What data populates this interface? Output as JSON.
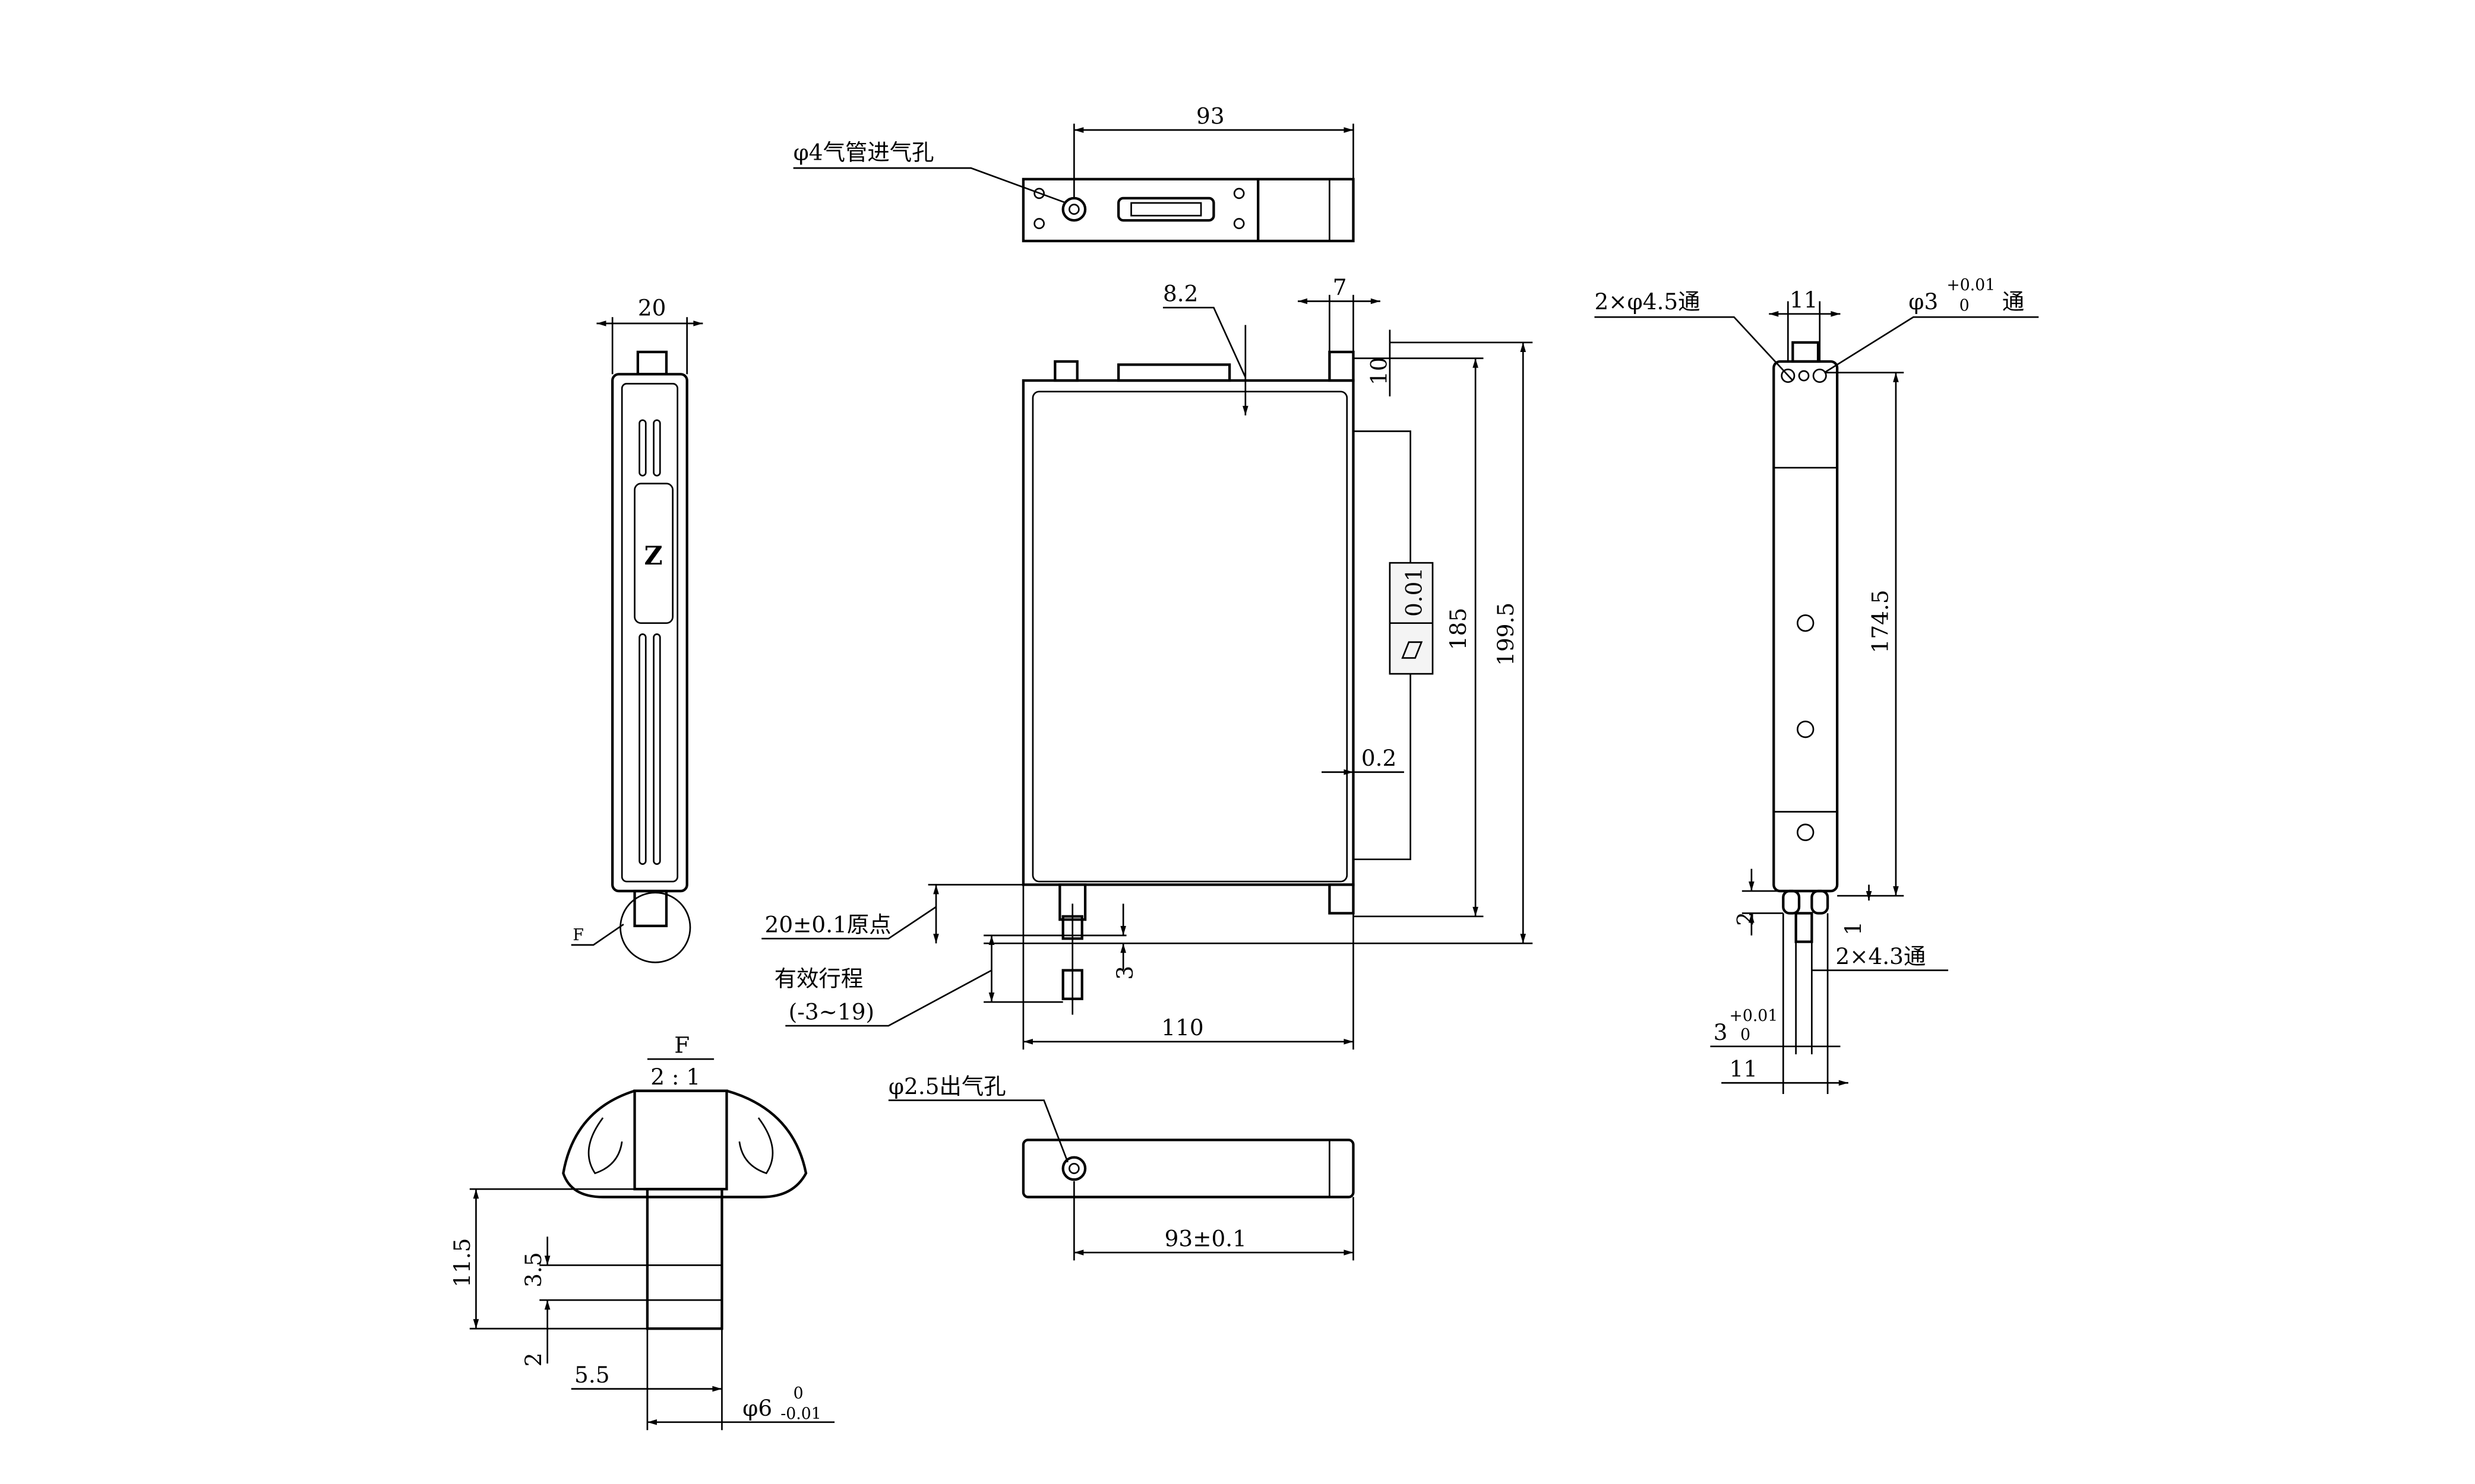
{
  "top_view": {
    "dim_width": "93",
    "inlet_label": "φ4气管进气孔"
  },
  "side_view": {
    "dim_width": "20",
    "logo": "Z",
    "detail_ref": "F"
  },
  "front_view": {
    "dim_8_2": "8.2",
    "dim_7": "7",
    "dim_10": "10",
    "flatness": "0.01",
    "dim_185": "185",
    "dim_199_5": "199.5",
    "dim_0_2": "0.2",
    "dim_110": "110",
    "origin_label": "20±0.1原点",
    "stroke_label": "有效行程",
    "stroke_range": "(-3~19)",
    "dim_3": "3"
  },
  "right_view": {
    "holes_label": "2×φ4.5通",
    "dim_11_top": "11",
    "pin_hole_label": "φ3",
    "pin_tol_upper": "+0.01",
    "pin_tol_lower": "0",
    "pin_hole_suffix": "通",
    "dim_174_5": "174.5",
    "dim_2": "2",
    "dim_1": "1",
    "slots_label": "2×4.3通",
    "dim_3_bottom": "3",
    "tol_upper": "+0.01",
    "tol_lower": "0",
    "dim_11_bottom": "11"
  },
  "detail_f": {
    "title": "F",
    "scale": "2 : 1",
    "dim_11_5": "11.5",
    "dim_3_5": "3.5",
    "dim_2": "2",
    "dim_5_5": "5.5",
    "dia_label": "φ6",
    "dia_tol_upper": "0",
    "dia_tol_lower": "-0.01"
  },
  "bottom_view": {
    "outlet_label": "φ2.5出气孔",
    "dim_width": "93±0.1"
  }
}
